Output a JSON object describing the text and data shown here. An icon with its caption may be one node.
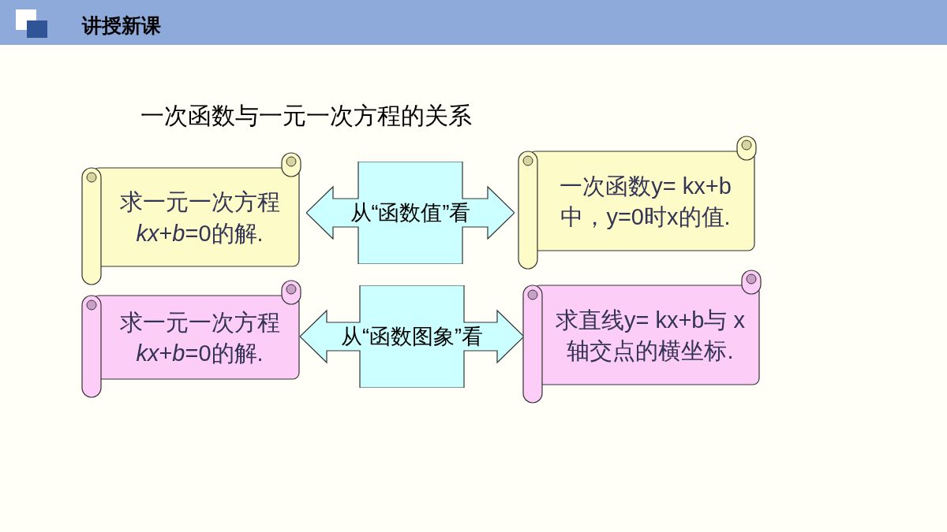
{
  "diagram": {
    "title": "一次函数与一元一次方程的关系",
    "nodes": [
      {
        "text": [
          "求一元一次方程 *kx*+*b*=0的解."
        ]
      },
      {
        "text": [
          "从“函数值”看"
        ]
      },
      {
        "text": [
          "一次函数y= kx+b中，y=0时x的值."
        ]
      },
      {
        "text": [
          "求一元一次方程 *kx*+*b*=0的解."
        ]
      },
      {
        "text": [
          "从“函数图象”看"
        ]
      },
      {
        "text": [
          "求直线y= kx+b与 x 轴交点的横坐标."
        ]
      }
    ],
    "labels": [
      "讲授新课"
    ]
  }
}
